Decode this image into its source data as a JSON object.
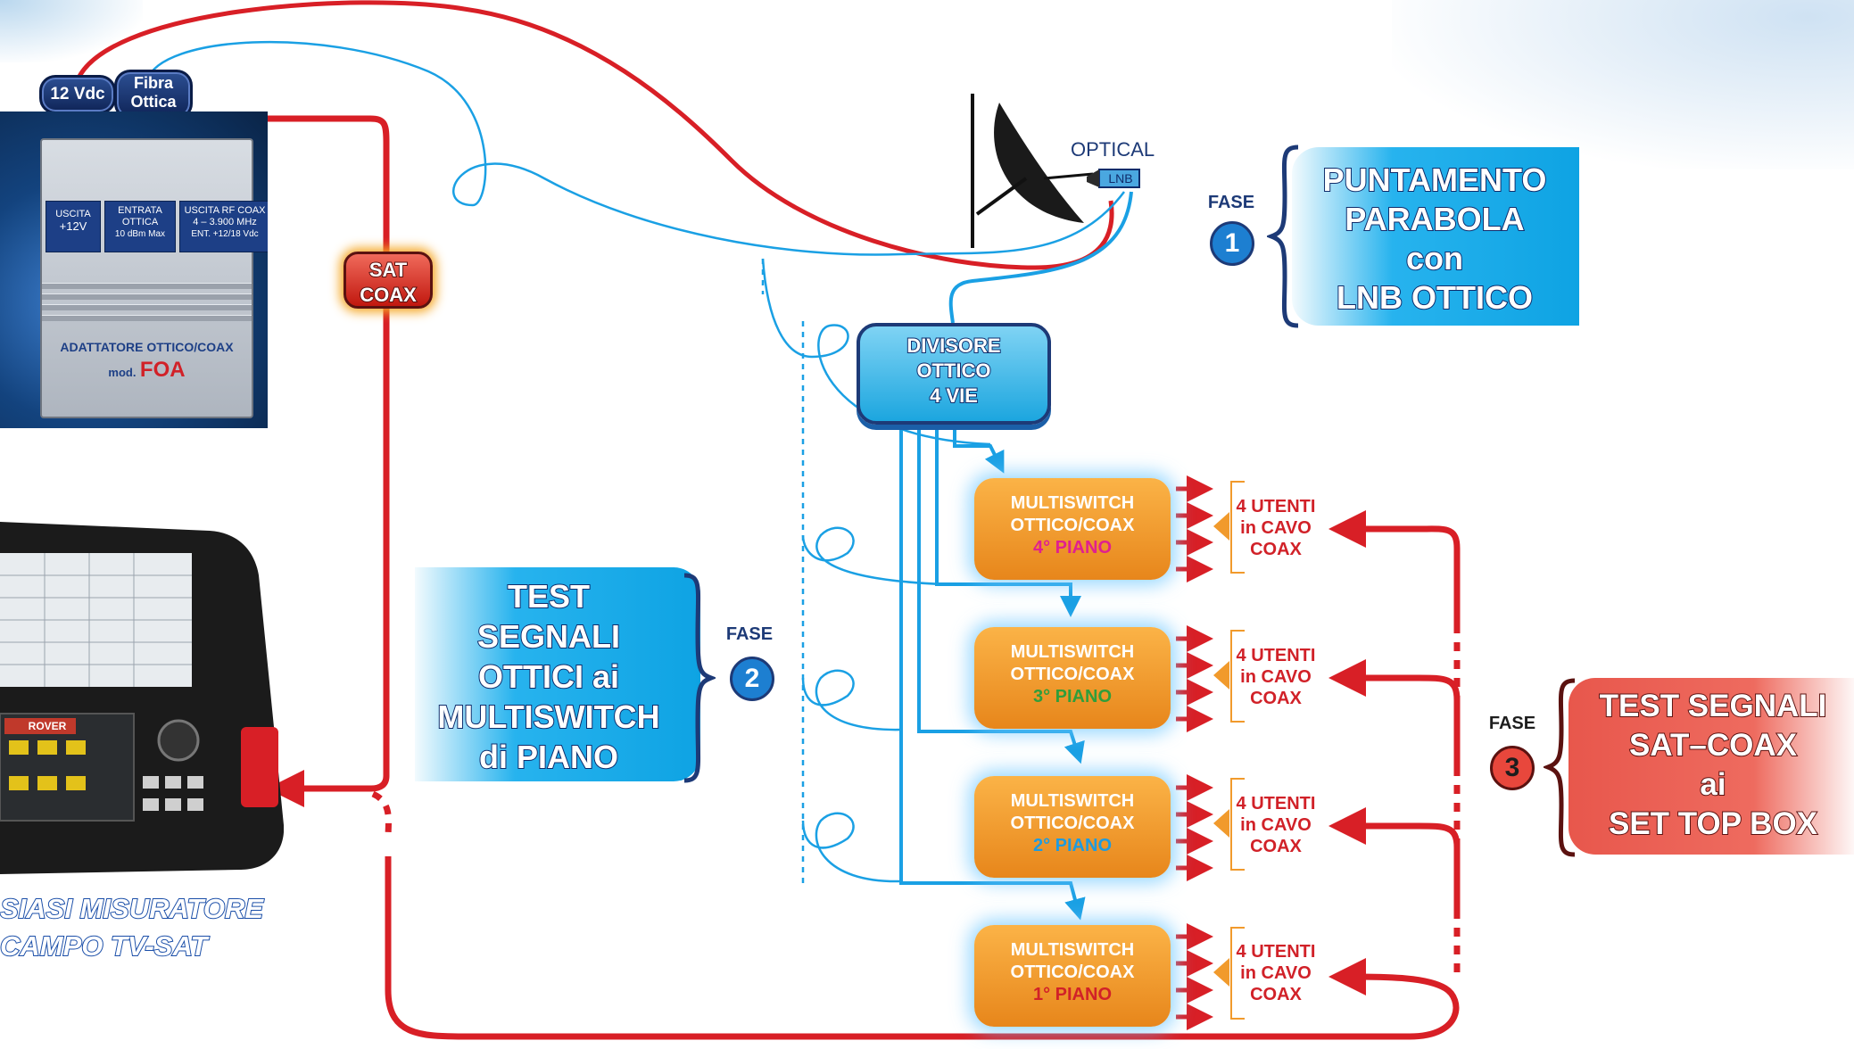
{
  "top_tags": {
    "power": "12 Vdc",
    "fiber_line1": "Fibra",
    "fiber_line2": "Ottica"
  },
  "adapter": {
    "ports": [
      {
        "l1": "USCITA",
        "l2": "+12V",
        "l3": ""
      },
      {
        "l1": "ENTRATA",
        "l2": "OTTICA",
        "l3": "10 dBm Max"
      },
      {
        "l1": "USCITA RF COAX",
        "l2": "4 – 3.900 MHz",
        "l3": "ENT. +12/18 Vdc"
      }
    ],
    "name": "ADATTATORE OTTICO/COAX",
    "model_prefix": "mod.",
    "model": "FOA"
  },
  "sat_coax": {
    "l1": "SAT",
    "l2": "COAX"
  },
  "dish": {
    "optical_label": "OPTICAL",
    "lnb_label": "LNB"
  },
  "phase1": {
    "fase": "FASE",
    "num": "1",
    "l1": "PUNTAMENTO",
    "l2": "PARABOLA",
    "l3": "con",
    "l4": "LNB OTTICO"
  },
  "phase2": {
    "fase": "FASE",
    "num": "2",
    "l1": "TEST",
    "l2": "SEGNALI",
    "l3": "OTTICI ai",
    "l4": "MULTISWITCH",
    "l5": "di PIANO"
  },
  "phase3": {
    "fase": "FASE",
    "num": "3",
    "l1": "TEST SEGNALI",
    "l2": "SAT–COAX",
    "l3": "ai",
    "l4": "SET TOP BOX"
  },
  "divisore": {
    "l1": "DIVISORE",
    "l2": "OTTICO",
    "l3": "4 VIE"
  },
  "multiswitches": [
    {
      "l1": "MULTISWITCH",
      "l2": "OTTICO/COAX",
      "floor": "4° PIANO",
      "floor_color": "#e0208f"
    },
    {
      "l1": "MULTISWITCH",
      "l2": "OTTICO/COAX",
      "floor": "3° PIANO",
      "floor_color": "#2f9e3b"
    },
    {
      "l1": "MULTISWITCH",
      "l2": "OTTICO/COAX",
      "floor": "2° PIANO",
      "floor_color": "#1e9be0"
    },
    {
      "l1": "MULTISWITCH",
      "l2": "OTTICO/COAX",
      "floor": "1° PIANO",
      "floor_color": "#d12128"
    }
  ],
  "users": [
    {
      "l1": "4 UTENTI",
      "l2": "in CAVO",
      "l3": "COAX"
    },
    {
      "l1": "4 UTENTI",
      "l2": "in CAVO",
      "l3": "COAX"
    },
    {
      "l1": "4 UTENTI",
      "l2": "in CAVO",
      "l3": "COAX"
    },
    {
      "l1": "4 UTENTI",
      "l2": "in CAVO",
      "l3": "COAX"
    }
  ],
  "meter": {
    "brand": "ROVER",
    "caption_l1": "SIASI MISURATORE",
    "caption_l2": "CAMPO TV-SAT"
  },
  "colors": {
    "cable_red": "#d81f26",
    "fiber_blue": "#1aa0e4",
    "navy": "#1d3a77",
    "orange": "#f19a2c"
  }
}
